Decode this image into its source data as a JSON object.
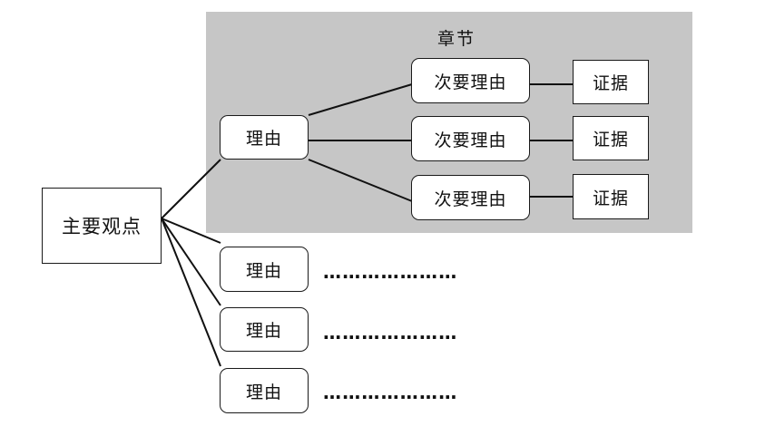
{
  "chapter": {
    "title": "章节"
  },
  "main_point": {
    "label": "主要观点"
  },
  "reason_expanded": {
    "label": "理由"
  },
  "sub_reasons": [
    {
      "label": "次要理由",
      "evidence": "证据"
    },
    {
      "label": "次要理由",
      "evidence": "证据"
    },
    {
      "label": "次要理由",
      "evidence": "证据"
    }
  ],
  "other_reasons": [
    {
      "label": "理由",
      "continuation": "…………………"
    },
    {
      "label": "理由",
      "continuation": "…………………"
    },
    {
      "label": "理由",
      "continuation": "…………………"
    }
  ]
}
